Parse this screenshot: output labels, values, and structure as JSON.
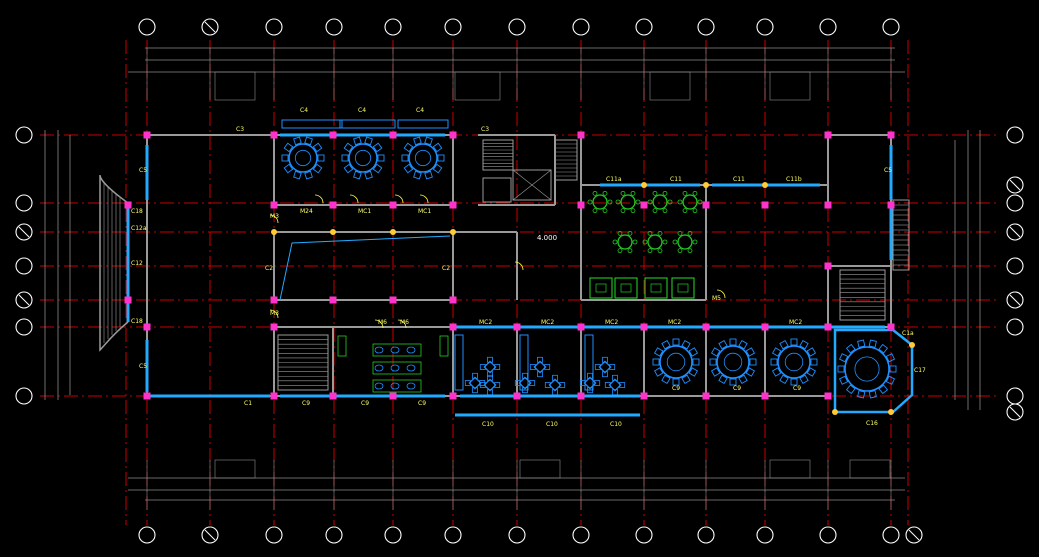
{
  "drawing": {
    "level_mark": "4.000",
    "colors": {
      "background": "#000000",
      "axis": "#cc0000",
      "wall": "#9a9a9a",
      "column": "#ff33cc",
      "glazing": "#22aaff",
      "furniture": "#1e90ff",
      "furniture_green": "#22cc22",
      "labels": "#ffff66",
      "bubble": "#ffffff"
    },
    "icons": [
      "grid-bubble-icon",
      "round-table-icon",
      "square-table-icon",
      "stair-icon",
      "door-swing-icon",
      "toilet-icon"
    ]
  },
  "window_tags": {
    "w1": "C4",
    "w2": "C4",
    "w3": "C4",
    "w4": "C3",
    "w5": "C3",
    "w6": "C5",
    "w7": "C5",
    "w8": "C5",
    "w9": "C11a",
    "w10": "C11",
    "w11": "C11",
    "w12": "C11b",
    "w13": "C10",
    "w14": "C10",
    "w15": "C10",
    "w16": "C1",
    "w17": "C9",
    "w18": "C9",
    "w19": "C9",
    "w20": "C1a",
    "w21": "C16",
    "w22": "C17",
    "w23": "C9",
    "w24": "C9",
    "w25": "C9",
    "w26": "C12",
    "w27": "C12a",
    "w28": "C18",
    "w29": "C18",
    "w30": "C2",
    "w31": "C2"
  },
  "door_tags": {
    "d1": "MC1",
    "d2": "MC1",
    "d3": "M24",
    "d4": "MC2",
    "d5": "MC2",
    "d6": "MC2",
    "d7": "MC2",
    "d8": "MC2",
    "d9": "M6",
    "d10": "M6",
    "d11": "M3",
    "d12": "M3",
    "d13": "M5"
  }
}
